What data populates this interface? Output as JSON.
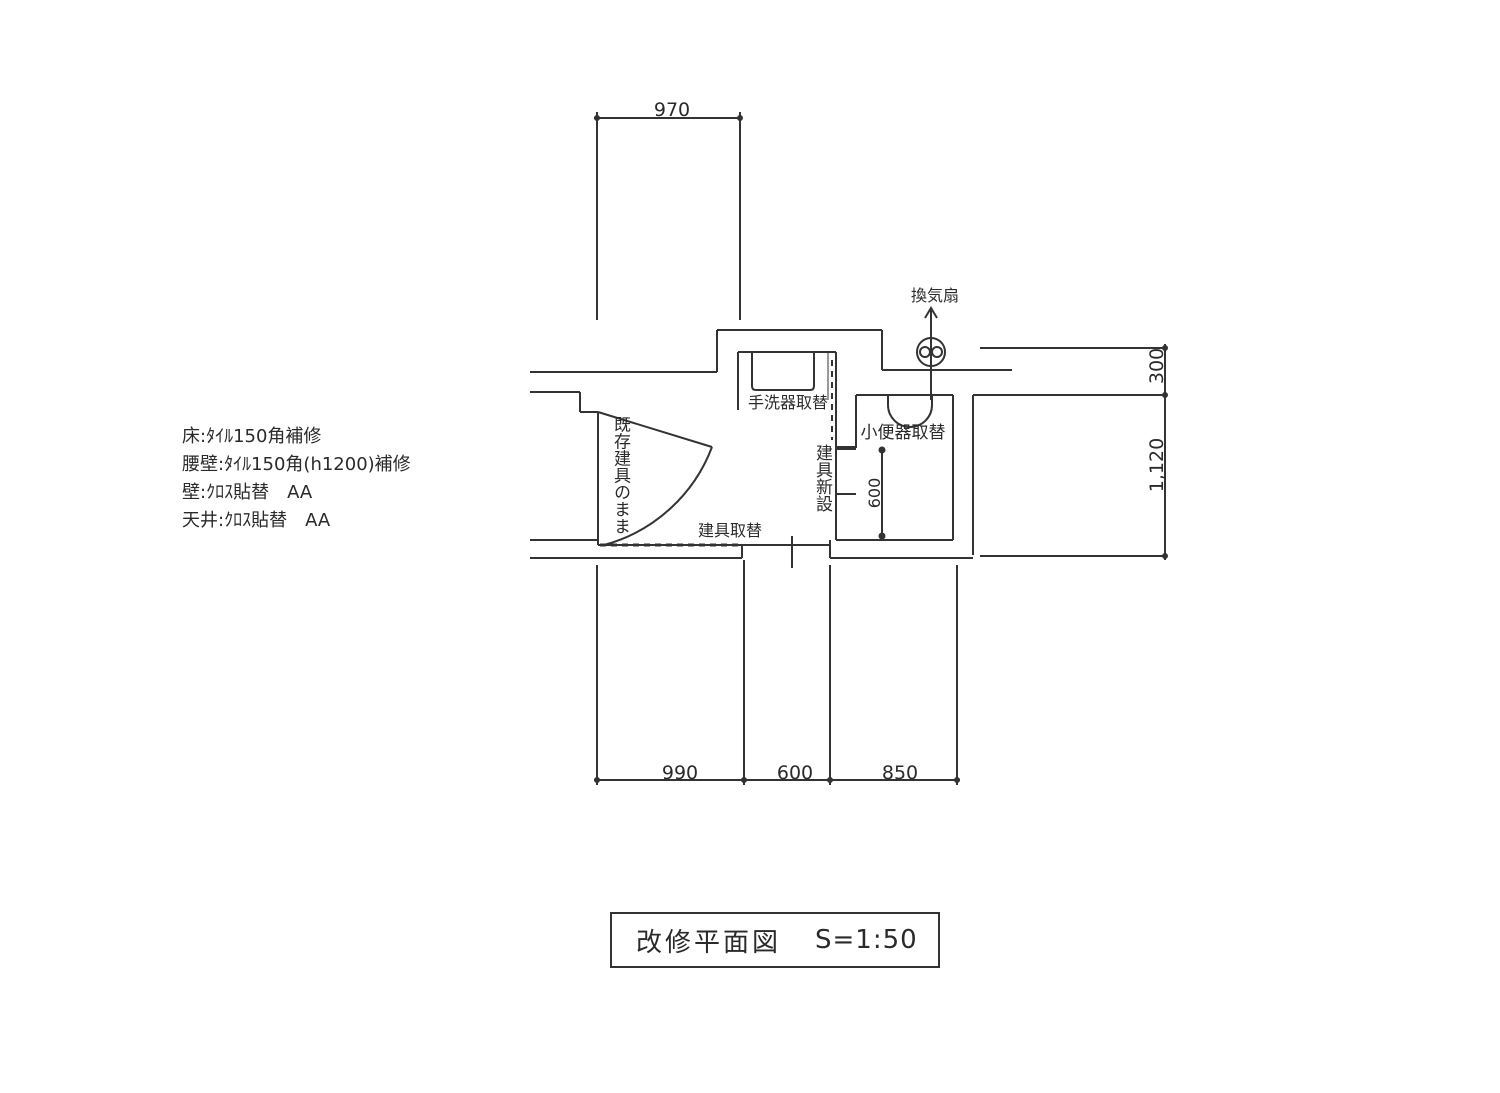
{
  "notes": [
    "床:ﾀｲﾙ150角補修",
    "腰壁:ﾀｲﾙ150角(h1200)補修",
    "壁:ｸﾛｽ貼替　AA",
    "天井:ｸﾛｽ貼替　AA"
  ],
  "dimensions": {
    "top_width": "970",
    "bottom": [
      "990",
      "600",
      "850"
    ],
    "right": [
      "300",
      "1,120"
    ],
    "urinal_depth": "600"
  },
  "labels": {
    "fan": "換気扇",
    "sink": "手洗器取替",
    "urinal": "小便器取替",
    "existing_door": "既存建具のまま",
    "new_door": "建具新設",
    "door_replace": "建具取替"
  },
  "title": {
    "text": "改修平面図",
    "scale": "S=1:50"
  }
}
